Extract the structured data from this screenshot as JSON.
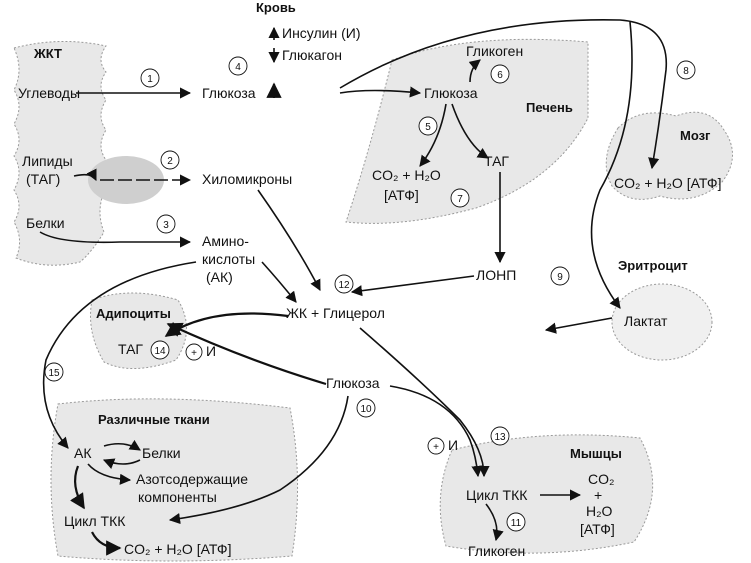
{
  "regions": {
    "gut": "ЖКТ",
    "blood": "Кровь",
    "liver": "Печень",
    "brain": "Мозг",
    "erythrocyte": "Эритроцит",
    "adipocytes": "Адипоциты",
    "tissues": "Различные ткани",
    "muscles": "Мышцы"
  },
  "nodes": {
    "carbs": "Углеводы",
    "lipids_1": "Липиды",
    "lipids_2": "(ТАГ)",
    "proteins_gut": "Белки",
    "glucose_blood": "Глюкоза",
    "insulin": "Инсулин (И)",
    "glucagon": "Глюкагон",
    "chylomicrons": "Хиломикроны",
    "aa_1": "Амино-",
    "aa_2": "кислоты",
    "aa_3": "(АК)",
    "glycogen_liver": "Гликоген",
    "glucose_liver": "Глюкоза",
    "tag_liver": "ТАГ",
    "co2_liver_1": "CO₂ + H₂O",
    "co2_liver_2": "[АТФ]",
    "lonp": "ЛОНП",
    "co2_brain": "CO₂ + H₂O [АТФ]",
    "lactate": "Лактат",
    "fa_glycerol": "ЖК + Глицерол",
    "tag_adipo": "ТАГ",
    "plus_insulin_1": "+",
    "insulin_label_1": "И",
    "glucose_mid": "Глюкоза",
    "ak": "АК",
    "proteins_tissue": "Белки",
    "nitro_1": "Азотсодержащие",
    "nitro_2": "компоненты",
    "tca_tissue": "Цикл ТКК",
    "co2_tissue": "CO₂ + H₂O [АТФ]",
    "plus_insulin_2": "+",
    "insulin_label_2": "И",
    "tca_muscle": "Цикл ТКК",
    "co2_muscle_1": "CO₂",
    "co2_muscle_2": "+",
    "co2_muscle_3": "H₂O",
    "co2_muscle_4": "[АТФ]",
    "glycogen_muscle": "Гликоген"
  },
  "steps": [
    "1",
    "2",
    "3",
    "4",
    "5",
    "6",
    "7",
    "8",
    "9",
    "10",
    "11",
    "12",
    "13",
    "14",
    "15"
  ]
}
